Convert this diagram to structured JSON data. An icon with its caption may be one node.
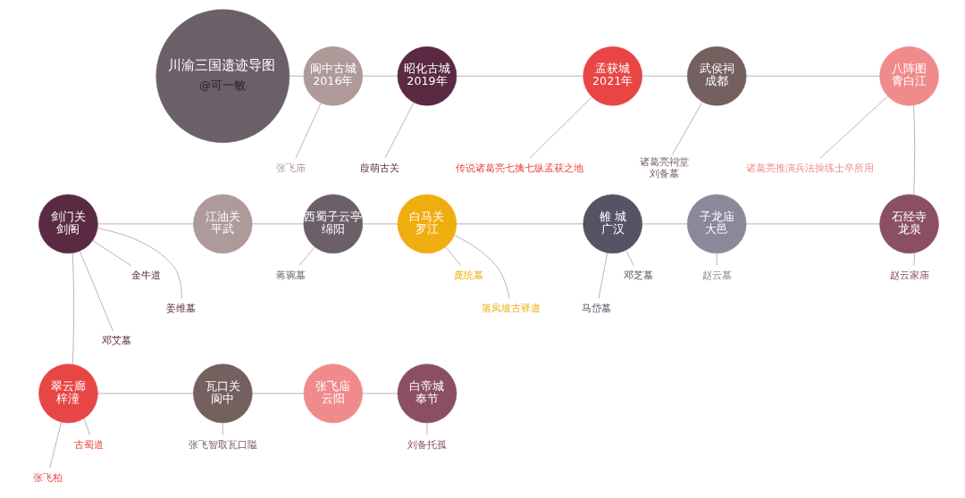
{
  "diagram": {
    "nodes": [
      {
        "text": [
          "川渝三国遗迹导图",
          "@可一敏"
        ]
      },
      {
        "text": [
          "阆中古城",
          "2016年"
        ]
      },
      {
        "text": [
          "张飞庙"
        ]
      },
      {
        "text": [
          "昭化古城",
          "2019年"
        ]
      },
      {
        "text": [
          "葭萌古关"
        ]
      },
      {
        "text": [
          "孟获城",
          "2021年"
        ]
      },
      {
        "text": [
          "传说诸葛亮七擒七纵孟获之地"
        ]
      },
      {
        "text": [
          "武侯祠",
          "成都"
        ]
      },
      {
        "text": [
          "诸葛亮祠堂",
          "刘备墓"
        ]
      },
      {
        "text": [
          "八阵图",
          "青白江"
        ]
      },
      {
        "text": [
          "诸葛亮推演兵法操练士卒所用"
        ]
      },
      {
        "text": [
          "石经寺",
          "龙泉"
        ]
      },
      {
        "text": [
          "赵云家庙"
        ]
      },
      {
        "text": [
          "子龙庙",
          "大邑"
        ]
      },
      {
        "text": [
          "赵云墓"
        ]
      },
      {
        "text": [
          "雒 城",
          "广汉"
        ]
      },
      {
        "text": [
          "邓芝墓"
        ]
      },
      {
        "text": [
          "马岱墓"
        ]
      },
      {
        "text": [
          "白马关",
          "罗江"
        ]
      },
      {
        "text": [
          "庞统墓"
        ]
      },
      {
        "text": [
          "落凤坡古驿道"
        ]
      },
      {
        "text": [
          "西蜀子云亭",
          "绵阳"
        ]
      },
      {
        "text": [
          "蒋琬墓"
        ]
      },
      {
        "text": [
          "江油关",
          "平武"
        ]
      },
      {
        "text": [
          "剑门关",
          "剑阁"
        ]
      },
      {
        "text": [
          "金牛道"
        ]
      },
      {
        "text": [
          "姜维墓"
        ]
      },
      {
        "text": [
          "邓艾墓"
        ]
      },
      {
        "text": [
          "翠云廊",
          "梓潼"
        ]
      },
      {
        "text": [
          "古蜀道"
        ]
      },
      {
        "text": [
          "张飞柏"
        ]
      },
      {
        "text": [
          "瓦口关",
          "阆中"
        ]
      },
      {
        "text": [
          "张飞智取瓦口隘"
        ]
      },
      {
        "text": [
          "张飞庙",
          "云阳"
        ]
      },
      {
        "text": [
          "白帝城",
          "奉节"
        ]
      },
      {
        "text": [
          "刘备托孤"
        ]
      }
    ],
    "edges": [
      {
        "from": 0,
        "to": 1,
        "arrow": "none"
      },
      {
        "from": 1,
        "to": 3,
        "arrow": "none"
      },
      {
        "from": 3,
        "to": 5,
        "arrow": "none"
      },
      {
        "from": 5,
        "to": 7,
        "arrow": "none"
      },
      {
        "from": 7,
        "to": 9,
        "arrow": "none"
      },
      {
        "from": 9,
        "to": 11,
        "arrow": "none"
      },
      {
        "from": 11,
        "to": 13,
        "arrow": "none"
      },
      {
        "from": 13,
        "to": 15,
        "arrow": "none"
      },
      {
        "from": 15,
        "to": 18,
        "arrow": "none"
      },
      {
        "from": 18,
        "to": 21,
        "arrow": "none"
      },
      {
        "from": 21,
        "to": 23,
        "arrow": "none"
      },
      {
        "from": 23,
        "to": 24,
        "arrow": "none"
      },
      {
        "from": 24,
        "to": 28,
        "arrow": "none"
      },
      {
        "from": 28,
        "to": 31,
        "arrow": "none"
      },
      {
        "from": 31,
        "to": 33,
        "arrow": "none"
      },
      {
        "from": 33,
        "to": 34,
        "arrow": "none"
      },
      {
        "from": 1,
        "to": 2,
        "arrow": "none"
      },
      {
        "from": 3,
        "to": 4,
        "arrow": "none"
      },
      {
        "from": 5,
        "to": 6,
        "arrow": "none"
      },
      {
        "from": 7,
        "to": 8,
        "arrow": "none"
      },
      {
        "from": 9,
        "to": 10,
        "arrow": "none"
      },
      {
        "from": 11,
        "to": 12,
        "arrow": "none"
      },
      {
        "from": 13,
        "to": 14,
        "arrow": "none"
      },
      {
        "from": 15,
        "to": 16,
        "arrow": "none"
      },
      {
        "from": 15,
        "to": 17,
        "arrow": "none"
      },
      {
        "from": 18,
        "to": 19,
        "arrow": "none"
      },
      {
        "from": 18,
        "to": 20,
        "arrow": "none"
      },
      {
        "from": 21,
        "to": 22,
        "arrow": "none"
      },
      {
        "from": 24,
        "to": 25,
        "arrow": "none"
      },
      {
        "from": 24,
        "to": 26,
        "arrow": "none"
      },
      {
        "from": 24,
        "to": 27,
        "arrow": "none"
      },
      {
        "from": 28,
        "to": 29,
        "arrow": "none"
      },
      {
        "from": 28,
        "to": 30,
        "arrow": "none"
      },
      {
        "from": 31,
        "to": 32,
        "arrow": "none"
      },
      {
        "from": 34,
        "to": 35,
        "arrow": "none"
      }
    ]
  }
}
